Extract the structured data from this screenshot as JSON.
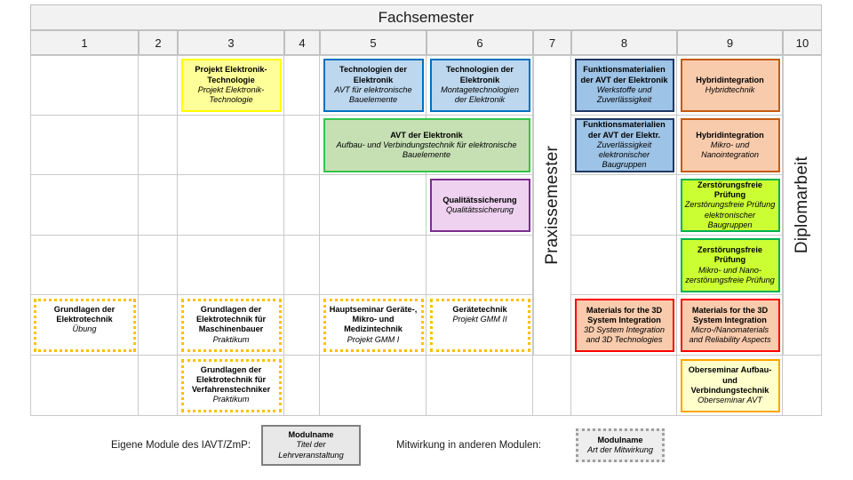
{
  "header": {
    "title": "Fachsemester",
    "semesters": [
      "1",
      "2",
      "3",
      "4",
      "5",
      "6",
      "7",
      "8",
      "9",
      "10"
    ]
  },
  "vertical_labels": {
    "praxissemester": "Praxissemester",
    "diplomarbeit": "Diplomarbeit"
  },
  "modules": [
    {
      "id": "projekt-elektronik-technologie",
      "title": "Projekt Elektronik-Technologie",
      "subtitle": "Projekt Elektronik-Technologie",
      "fill": "#ffff99",
      "border": "#ffff00",
      "border_style": "solid",
      "col_start": 3,
      "col_end": 3,
      "row": 1
    },
    {
      "id": "technologien-der-elektronik-avt",
      "title": "Technologien der Elektronik",
      "subtitle": "AVT für elektronische Bauelemente",
      "fill": "#bdd7ee",
      "border": "#0070c0",
      "border_style": "solid",
      "col_start": 5,
      "col_end": 5,
      "row": 1
    },
    {
      "id": "technologien-der-elektronik-montage",
      "title": "Technologien der Elektronik",
      "subtitle": "Montagetechnologien der Elektronik",
      "fill": "#bdd7ee",
      "border": "#0070c0",
      "border_style": "solid",
      "col_start": 6,
      "col_end": 6,
      "row": 1
    },
    {
      "id": "funktionsmaterialien-werkstoffe",
      "title": "Funktionsmaterialien der AVT der Elektronik",
      "subtitle": "Werkstoffe und Zuverlässigkeit",
      "fill": "#9dc3e6",
      "border": "#1f3864",
      "border_style": "solid",
      "col_start": 8,
      "col_end": 8,
      "row": 1
    },
    {
      "id": "hybridintegration-hybridtechnik",
      "title": "Hybridintegration",
      "subtitle": "Hybridtechnik",
      "fill": "#f8cbad",
      "border": "#c55a11",
      "border_style": "solid",
      "col_start": 9,
      "col_end": 9,
      "row": 1
    },
    {
      "id": "avt-der-elektronik",
      "title": "AVT der Elektronik",
      "subtitle": "Aufbau- und Verbindungstechnik für elektronische Bauelemente",
      "fill": "#c6e0b4",
      "border": "#37c34a",
      "border_style": "solid",
      "col_start": 5,
      "col_end": 6,
      "row": 2
    },
    {
      "id": "funktionsmaterialien-zuverlaessigkeit",
      "title": "Funktionsmaterialien der AVT der Elektr.",
      "subtitle": "Zuverlässigkeit elektronischer Baugruppen",
      "fill": "#9dc3e6",
      "border": "#1f3864",
      "border_style": "solid",
      "col_start": 8,
      "col_end": 8,
      "row": 2
    },
    {
      "id": "hybridintegration-mikro-nano",
      "title": "Hybridintegration",
      "subtitle": "Mikro- und Nanointegration",
      "fill": "#f8cbad",
      "border": "#c55a11",
      "border_style": "solid",
      "col_start": 9,
      "col_end": 9,
      "row": 2
    },
    {
      "id": "qualitaetssicherung",
      "title": "Qualitätssicherung",
      "subtitle": "Qualitätssicherung",
      "fill": "#eed2f0",
      "border": "#7b2d8e",
      "border_style": "solid",
      "col_start": 6,
      "col_end": 6,
      "row": 3
    },
    {
      "id": "zerstoerungsfreie-pruefung-elektronisch",
      "title": "Zerstörungsfreie Prüfung",
      "subtitle": "Zerstörungsfreie Prüfung elektronischer Baugruppen",
      "fill": "#ccff33",
      "border": "#00b050",
      "border_style": "solid",
      "col_start": 9,
      "col_end": 9,
      "row": 3
    },
    {
      "id": "zerstoerungsfreie-pruefung-mikro-nano",
      "title": "Zerstörungsfreie Prüfung",
      "subtitle": "Mikro- und Nano-zerstörungsfreie Prüfung",
      "fill": "#ccff33",
      "border": "#00b050",
      "border_style": "solid",
      "col_start": 9,
      "col_end": 9,
      "row": 4
    },
    {
      "id": "grundlagen-elektrotechnik-uebung",
      "title": "Grundlagen der Elektrotechnik",
      "subtitle": "Übung",
      "fill": "#ffffff",
      "border": "#ffc000",
      "border_style": "dotted",
      "col_start": 1,
      "col_end": 1,
      "row": 5
    },
    {
      "id": "grundlagen-elektrotechnik-maschinenbauer",
      "title": "Grundlagen der Elektrotechnik für Maschinenbauer",
      "subtitle": "Praktikum",
      "fill": "#ffffff",
      "border": "#ffc000",
      "border_style": "dotted",
      "col_start": 3,
      "col_end": 3,
      "row": 5
    },
    {
      "id": "hauptseminar-gmm-1",
      "title": "Hauptseminar Geräte-, Mikro- und Medizintechnik",
      "subtitle": "Projekt GMM I",
      "fill": "#ffffff",
      "border": "#ffc000",
      "border_style": "dotted",
      "col_start": 5,
      "col_end": 5,
      "row": 5
    },
    {
      "id": "geraetetechnik-gmm-2",
      "title": "Gerätetechnik",
      "subtitle": "Projekt GMM II",
      "fill": "#ffffff",
      "border": "#ffc000",
      "border_style": "dotted",
      "col_start": 6,
      "col_end": 6,
      "row": 5
    },
    {
      "id": "materials-3d-system-integration-technologies",
      "title": "Materials for the 3D System Integration",
      "subtitle": "3D System Integration and 3D Technologies",
      "fill": "#f8cbad",
      "border": "#ff0000",
      "border_style": "solid",
      "col_start": 8,
      "col_end": 8,
      "row": 5
    },
    {
      "id": "materials-3d-system-integration-nanomaterials",
      "title": "Materials for the 3D System Integration",
      "subtitle": "Micro-/Nanomaterials and Reliability Aspects",
      "fill": "#f8cbad",
      "border": "#ff0000",
      "border_style": "solid",
      "col_start": 9,
      "col_end": 9,
      "row": 5
    },
    {
      "id": "grundlagen-elektrotechnik-verfahrenstechniker",
      "title": "Grundlagen der Elektrotechnik für Verfahrenstechniker",
      "subtitle": "Praktikum",
      "fill": "#ffffff",
      "border": "#ffc000",
      "border_style": "dotted",
      "col_start": 3,
      "col_end": 3,
      "row": 6
    },
    {
      "id": "oberseminar-avt",
      "title": "Oberseminar Aufbau- und Verbindungstechnik",
      "subtitle": "Oberseminar AVT",
      "fill": "#ffffcc",
      "border": "#ffa500",
      "border_style": "solid",
      "col_start": 9,
      "col_end": 9,
      "row": 6
    }
  ],
  "legend": {
    "own_modules_label": "Eigene Module des IAVT/ZmP:",
    "own_modules_box": {
      "title": "Modulname",
      "subtitle": "Titel der Lehrveranstaltung"
    },
    "participation_label": "Mitwirkung in anderen Modulen:",
    "participation_box": {
      "title": "Modulname",
      "subtitle": "Art der Mitwirkung"
    }
  }
}
